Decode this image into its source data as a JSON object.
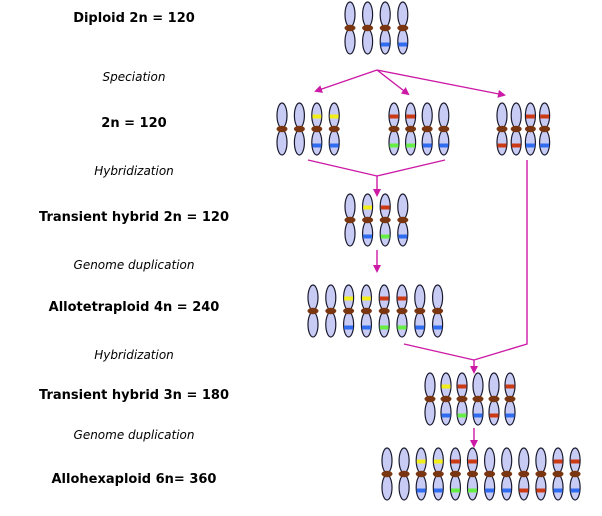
{
  "diagram": {
    "title": "Allopolyploid speciation",
    "colors": {
      "arrow": "#cc1aa6",
      "chromosome_fill": "#c8ccf5",
      "chromosome_stroke": "#1a1a2e",
      "centromere": "#7a3511",
      "yellow": "#f2ee1a",
      "red": "#cc3a14",
      "blue": "#2f6cf0",
      "green": "#66ee44"
    },
    "labels": [
      {
        "text": "Diploid  2n = 120",
        "kind": "stage"
      },
      {
        "text": "Speciation",
        "kind": "process"
      },
      {
        "text": "2n = 120",
        "kind": "stage"
      },
      {
        "text": "Hybridization",
        "kind": "process"
      },
      {
        "text": "Transient hybrid  2n = 120",
        "kind": "stage"
      },
      {
        "text": "Genome duplication",
        "kind": "process"
      },
      {
        "text": "Allotetraploid  4n = 240",
        "kind": "stage"
      },
      {
        "text": "Hybridization",
        "kind": "process"
      },
      {
        "text": "Transient hybrid  3n = 180",
        "kind": "stage"
      },
      {
        "text": "Genome duplication",
        "kind": "process"
      },
      {
        "text": "Allohexaploid  6n= 360",
        "kind": "stage"
      }
    ],
    "chromosome_sets": [
      {
        "name": "ancestral-diploid",
        "bands": [
          [
            "",
            ""
          ],
          [
            "",
            ""
          ],
          [
            "",
            "blue"
          ],
          [
            "",
            "blue"
          ]
        ]
      },
      {
        "name": "species-a",
        "bands": [
          [
            "",
            ""
          ],
          [
            "",
            ""
          ],
          [
            "yellow",
            "blue"
          ],
          [
            "yellow",
            "blue"
          ]
        ]
      },
      {
        "name": "species-b",
        "bands": [
          [
            "red",
            "green"
          ],
          [
            "red",
            "green"
          ],
          [
            "",
            "blue"
          ],
          [
            "",
            "blue"
          ]
        ]
      },
      {
        "name": "species-c",
        "bands": [
          [
            "",
            "red"
          ],
          [
            "",
            "red"
          ],
          [
            "red",
            "blue"
          ],
          [
            "red",
            "blue"
          ]
        ]
      },
      {
        "name": "transient-hybrid-2n",
        "bands": [
          [
            "",
            ""
          ],
          [
            "yellow",
            "blue"
          ],
          [
            "red",
            "green"
          ],
          [
            "",
            "blue"
          ]
        ]
      },
      {
        "name": "allotetraploid-4n",
        "bands": [
          [
            "",
            ""
          ],
          [
            "",
            ""
          ],
          [
            "yellow",
            "blue"
          ],
          [
            "yellow",
            "blue"
          ],
          [
            "red",
            "green"
          ],
          [
            "red",
            "green"
          ],
          [
            "",
            "blue"
          ],
          [
            "",
            "blue"
          ]
        ]
      },
      {
        "name": "transient-hybrid-3n",
        "bands": [
          [
            "",
            ""
          ],
          [
            "yellow",
            "blue"
          ],
          [
            "red",
            "green"
          ],
          [
            "",
            "blue"
          ],
          [
            "",
            "red"
          ],
          [
            "red",
            "blue"
          ]
        ]
      },
      {
        "name": "allohexaploid-6n",
        "bands": [
          [
            "",
            ""
          ],
          [
            "",
            ""
          ],
          [
            "yellow",
            "blue"
          ],
          [
            "yellow",
            "blue"
          ],
          [
            "red",
            "green"
          ],
          [
            "red",
            "green"
          ],
          [
            "",
            "blue"
          ],
          [
            "",
            "blue"
          ],
          [
            "",
            "red"
          ],
          [
            "",
            "red"
          ],
          [
            "red",
            "blue"
          ],
          [
            "red",
            "blue"
          ]
        ]
      }
    ]
  }
}
